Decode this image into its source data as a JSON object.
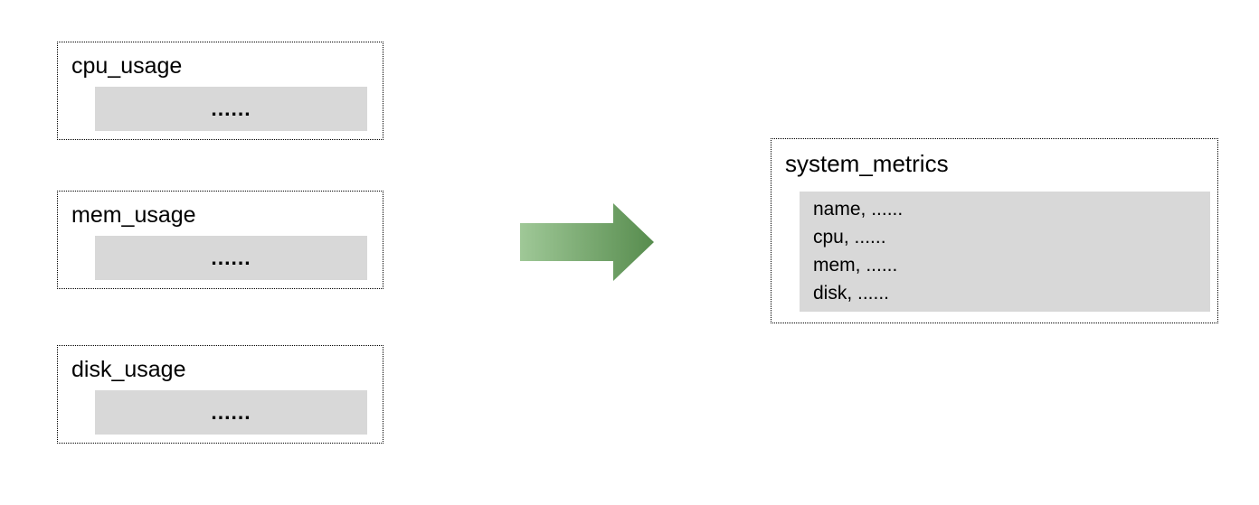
{
  "sources": [
    {
      "title": "cpu_usage",
      "rows_placeholder": "......"
    },
    {
      "title": "mem_usage",
      "rows_placeholder": "......"
    },
    {
      "title": "disk_usage",
      "rows_placeholder": "......"
    }
  ],
  "target": {
    "title": "system_metrics",
    "fields": [
      {
        "text": "name, ......"
      },
      {
        "text": "cpu, ......"
      },
      {
        "text": "mem, ......"
      },
      {
        "text": "disk, ......"
      }
    ]
  },
  "arrow": {
    "direction": "right",
    "gradient_start": "#9fc897",
    "gradient_end": "#578c4e"
  },
  "colors": {
    "panel_fill": "#d8d8d8",
    "border": "#000000",
    "background": "#ffffff",
    "text": "#000000"
  }
}
